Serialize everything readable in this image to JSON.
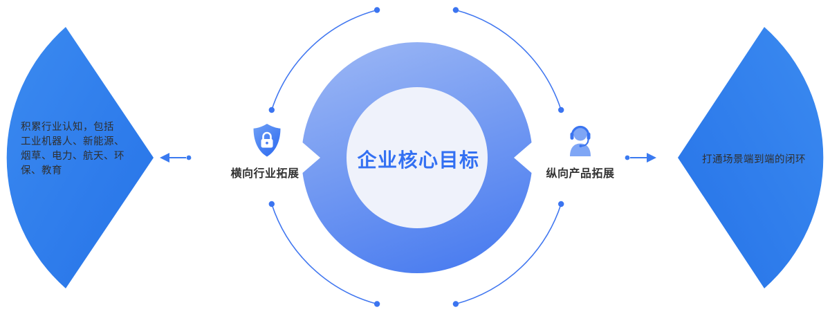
{
  "diagram": {
    "center": {
      "title": "企业核心目标"
    },
    "left_branch": {
      "label": "横向行业拓展",
      "icon": "shield-lock-icon"
    },
    "right_branch": {
      "label": "纵向产品拓展",
      "icon": "headset-agent-icon"
    },
    "left_fan": {
      "lines": {
        "0": "积累行业认知，包括",
        "1": "工业机器人、新能源、",
        "2": "烟草、电力、航天、环",
        "3": "保、教育"
      }
    },
    "right_fan": {
      "text": "打通场景端到端的闭环"
    },
    "colors": {
      "accent_blue": "#3A7AF0",
      "fan_blue": "#2E80EC",
      "title_blue": "#3370F2",
      "dark_text": "#2F2F2F",
      "inner_circle": "#EFF2FB"
    }
  }
}
